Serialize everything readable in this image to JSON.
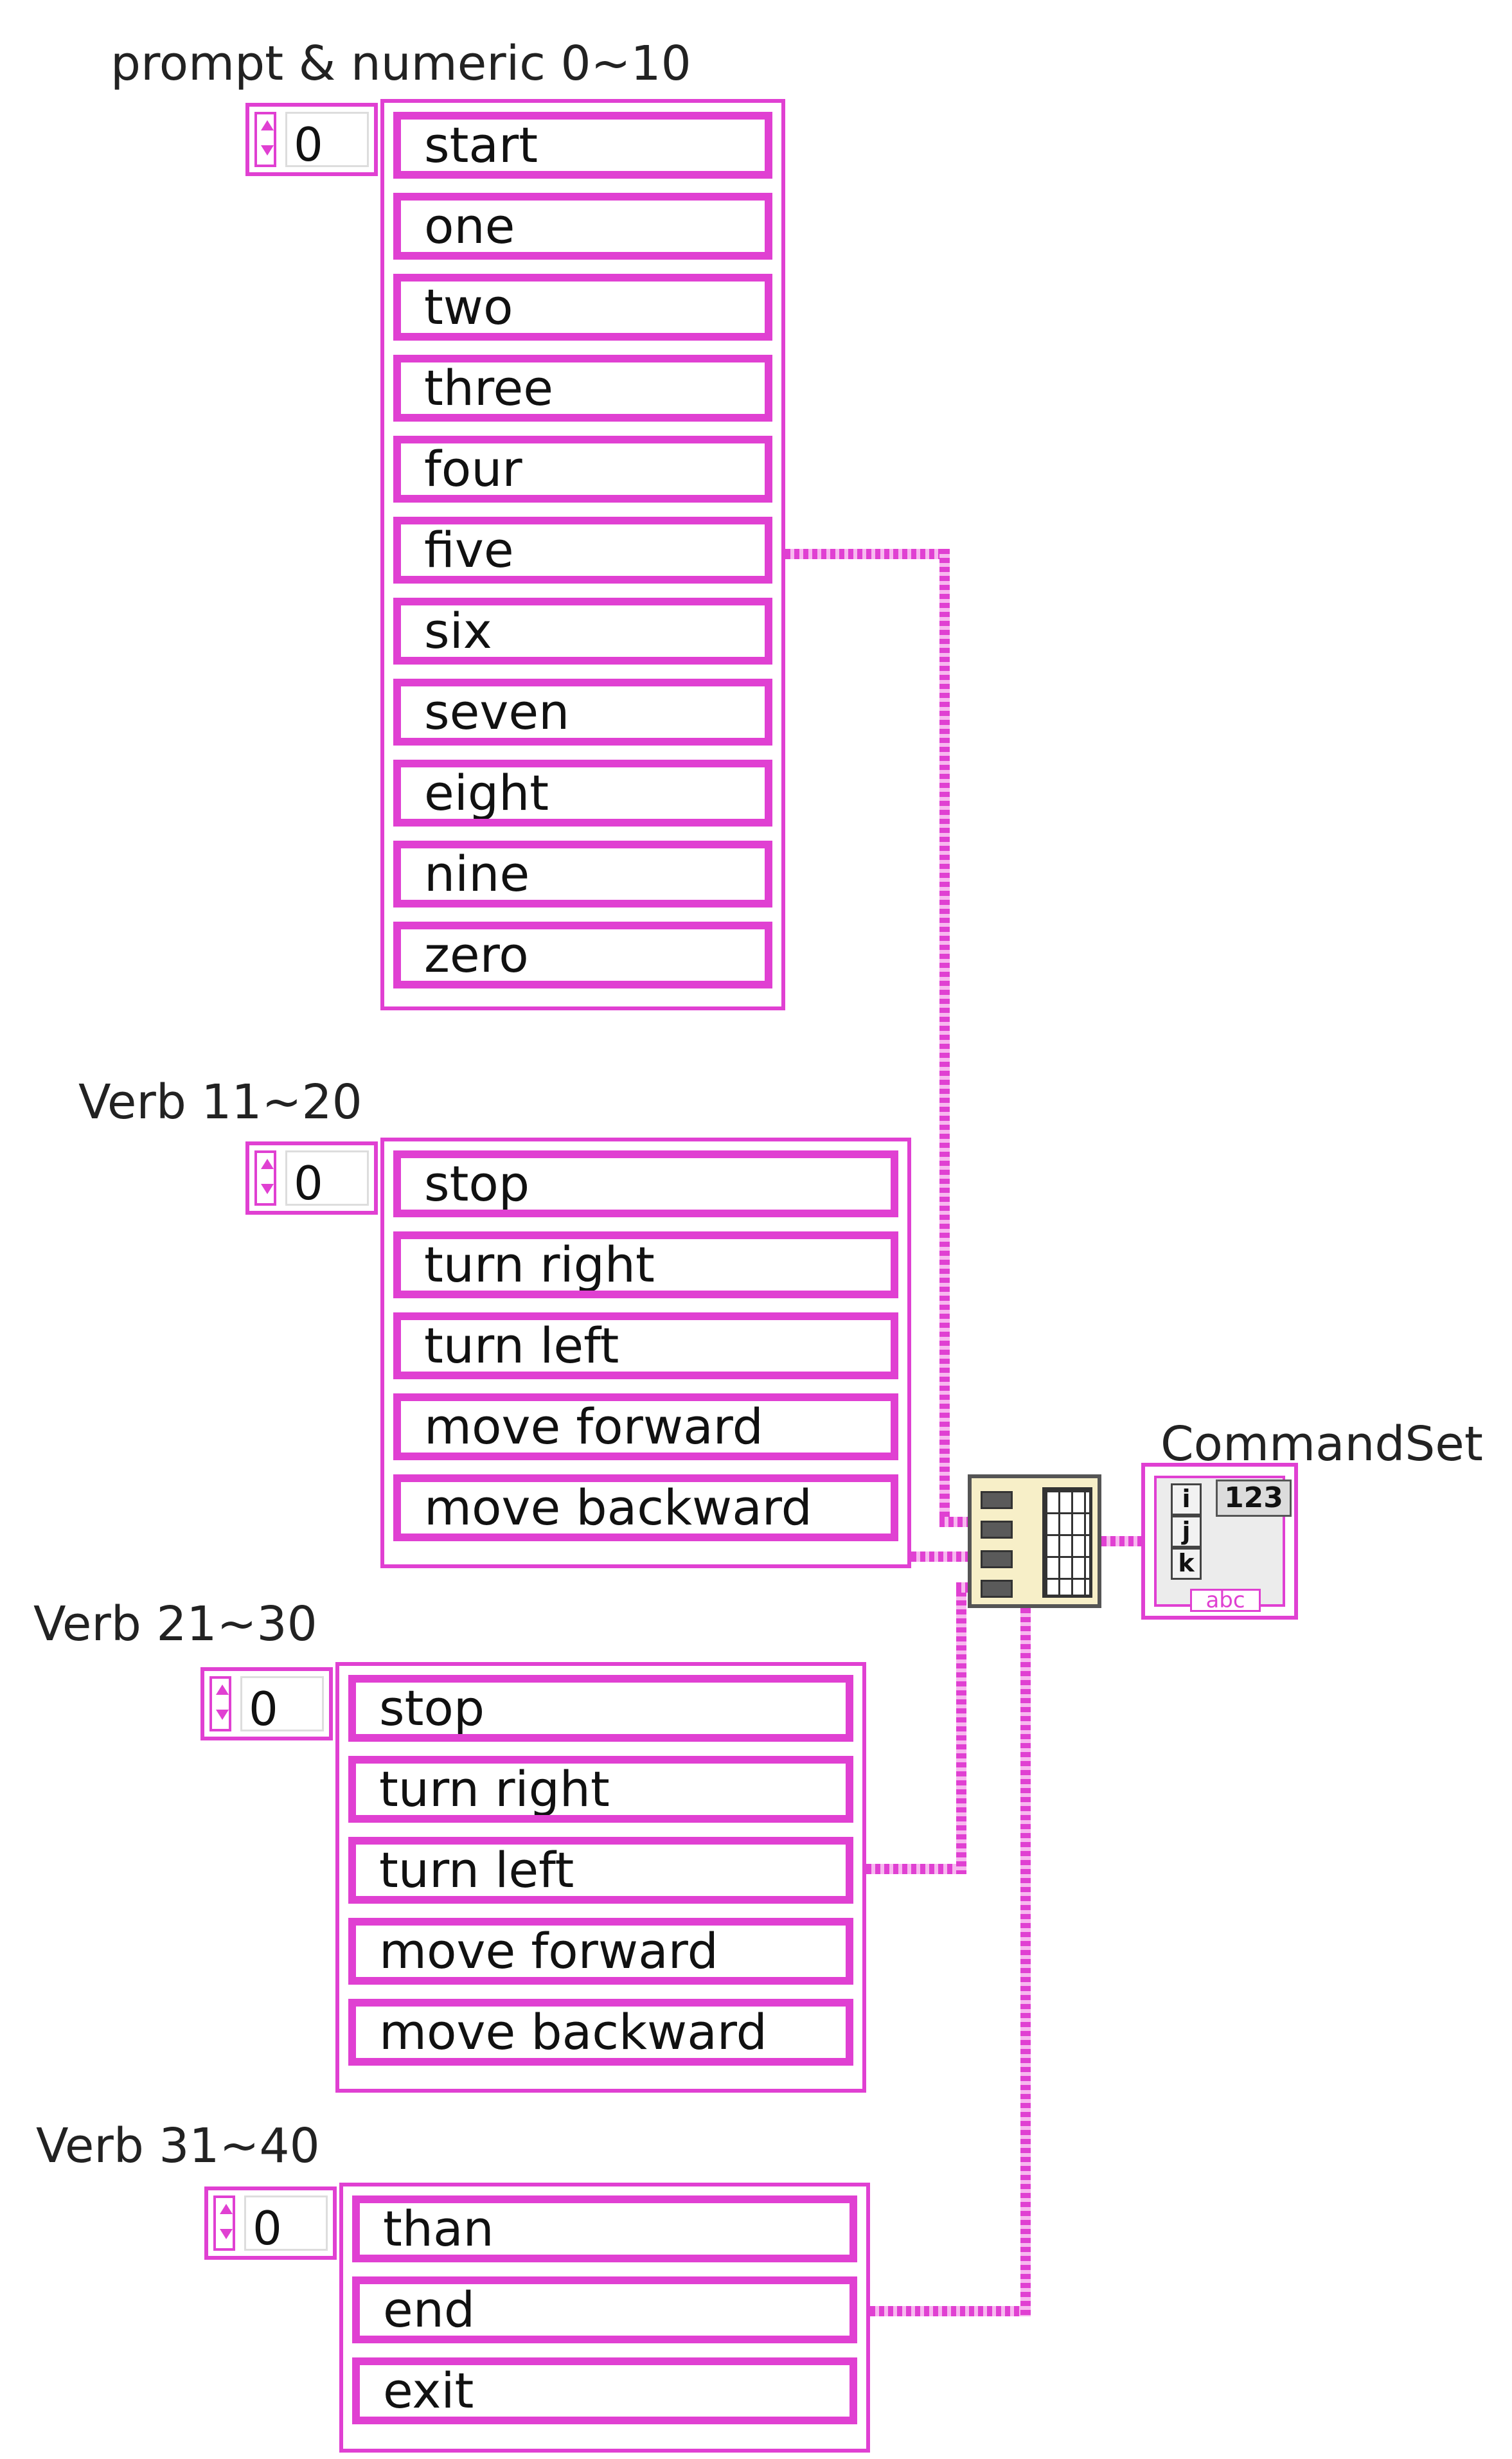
{
  "groups": [
    {
      "label": "prompt & numeric 0~10",
      "index_value": "0",
      "items": [
        "start",
        "one",
        "two",
        "three",
        "four",
        "five",
        "six",
        "seven",
        "eight",
        "nine",
        "zero"
      ]
    },
    {
      "label": "Verb 11~20",
      "index_value": "0",
      "items": [
        "stop",
        "turn right",
        "turn left",
        "move forward",
        "move backward"
      ]
    },
    {
      "label": "Verb 21~30",
      "index_value": "0",
      "items": [
        "stop",
        "turn right",
        "turn left",
        "move forward",
        "move backward"
      ]
    },
    {
      "label": "Verb 31~40",
      "index_value": "0",
      "items": [
        "than",
        "end",
        "exit"
      ]
    }
  ],
  "indicator": {
    "label": "CommandSet",
    "numeric_tag": "123",
    "tag_i": "i",
    "tag_j": "j",
    "tag_k": "k",
    "string_tag": "abc"
  },
  "colors": {
    "wire": "#e040d2",
    "node_bg": "#f7efc8"
  }
}
